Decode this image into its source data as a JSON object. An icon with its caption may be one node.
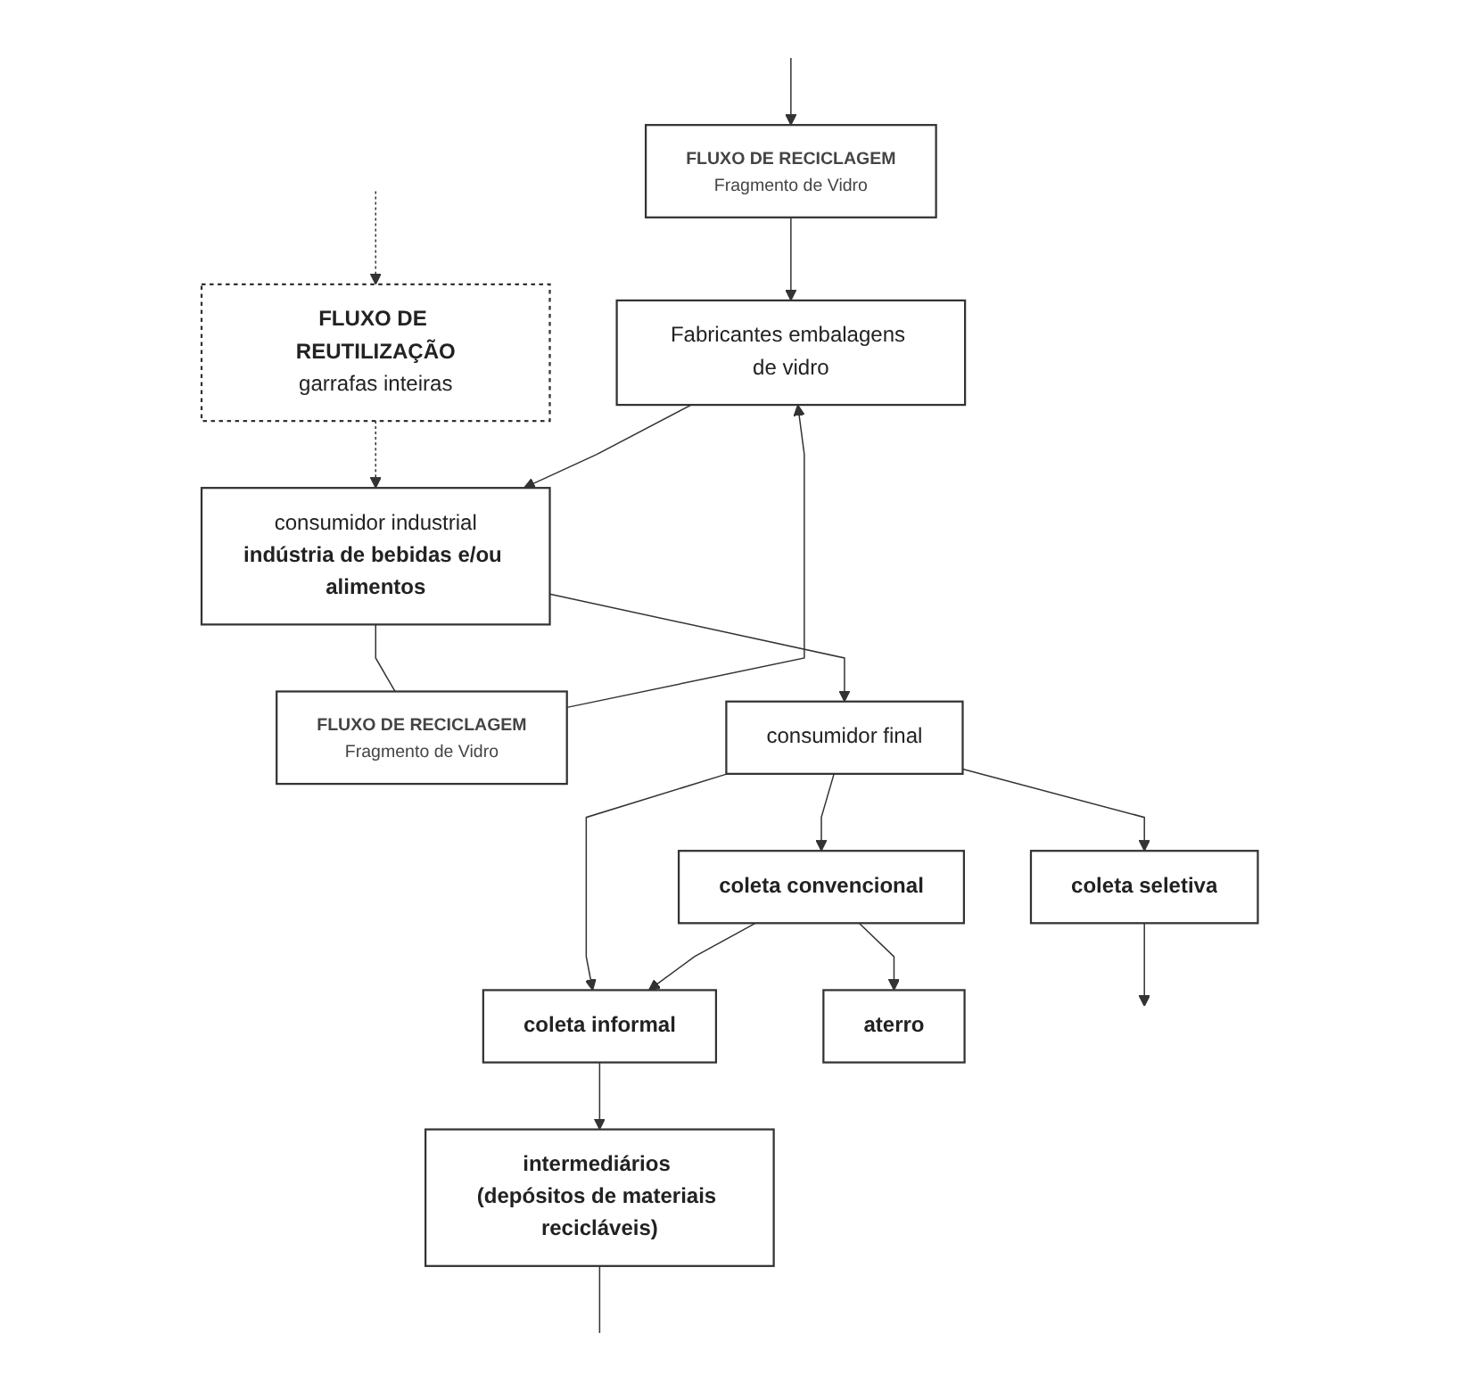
{
  "diagram": {
    "nodes": [
      {
        "text": [
          "Fabricantes embalagens de vidro"
        ]
      },
      {
        "text": [
          "FLUXO DE RECICLAGEM",
          "Fragmento de Vidro"
        ]
      },
      {
        "text": [
          "FLUXO DE RECICLAGEM",
          "Fragmento de Vidro"
        ]
      },
      {
        "text": [
          "consumidor industrial",
          "indústria de bebidas e/ou alimentos"
        ]
      },
      {
        "text": [
          "FLUXO DE REUTILIZAÇÃO",
          "garrafas inteiras"
        ]
      },
      {
        "text": [
          "consumidor final"
        ]
      },
      {
        "text": [
          "coleta informal"
        ]
      },
      {
        "text": [
          "coleta convencional"
        ]
      },
      {
        "text": [
          "coleta seletiva"
        ]
      },
      {
        "text": [
          "intermediários (depósitos de materiais recicláveis)"
        ]
      },
      {
        "text": [
          "aterro"
        ]
      }
    ],
    "edges": [
      {
        "from": 3,
        "to": 1,
        "arrow": "none"
      },
      {
        "from": 1,
        "to": 0,
        "arrow": "to"
      },
      {
        "from": 2,
        "to": 0,
        "arrow": "to"
      },
      {
        "from": null,
        "to": 2,
        "arrow": "to"
      },
      {
        "from": null,
        "to": 4,
        "arrow": "to",
        "style": "dashed"
      },
      {
        "from": 4,
        "to": 3,
        "arrow": "to",
        "style": "dashed"
      },
      {
        "from": 0,
        "to": 3,
        "arrow": "to"
      },
      {
        "from": 3,
        "to": 5,
        "arrow": "to"
      },
      {
        "from": 5,
        "to": 6,
        "arrow": "to"
      },
      {
        "from": 5,
        "to": 7,
        "arrow": "to"
      },
      {
        "from": 5,
        "to": 8,
        "arrow": "to"
      },
      {
        "from": 7,
        "to": 6,
        "arrow": "to"
      },
      {
        "from": 6,
        "to": 9,
        "arrow": "to"
      },
      {
        "from": 7,
        "to": 10,
        "arrow": "to"
      },
      {
        "from": 9,
        "to": null,
        "arrow": "none"
      },
      {
        "from": 8,
        "to": null,
        "arrow": "to"
      }
    ]
  }
}
